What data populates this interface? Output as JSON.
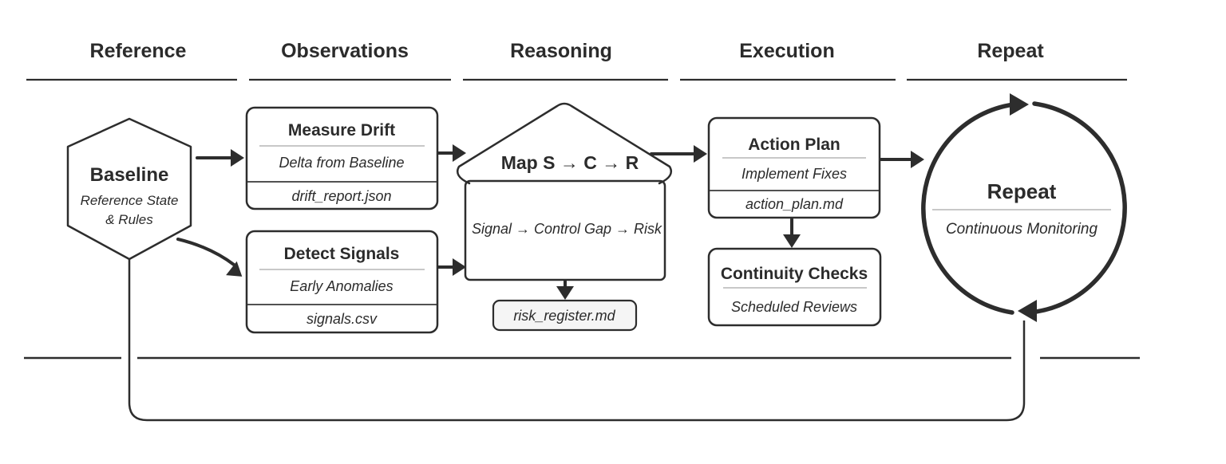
{
  "headers": [
    {
      "label": "Reference"
    },
    {
      "label": "Observations"
    },
    {
      "label": "Reasoning"
    },
    {
      "label": "Execution"
    },
    {
      "label": "Repeat"
    }
  ],
  "nodes": {
    "baseline": {
      "title": "Baseline",
      "subtitle_line1": "Reference State",
      "subtitle_line2": "& Rules"
    },
    "measure_drift": {
      "title": "Measure Drift",
      "subtitle": "Delta from Baseline",
      "artifact": "drift_report.json"
    },
    "detect_signals": {
      "title": "Detect Signals",
      "subtitle": "Early Anomalies",
      "artifact": "signals.csv"
    },
    "reasoning": {
      "roof_title": "Map S → C → R",
      "body_text": "Signal → Control Gap → Risk",
      "artifact": "risk_register.md"
    },
    "action_plan": {
      "title": "Action Plan",
      "subtitle": "Implement Fixes",
      "artifact": "action_plan.md"
    },
    "continuity_checks": {
      "title": "Continuity Checks",
      "subtitle": "Scheduled Reviews"
    },
    "repeat": {
      "title": "Repeat",
      "subtitle": "Continuous Monitoring"
    }
  },
  "colors": {
    "stroke": "#2d2d2d",
    "text": "#2b2b2b",
    "footer_background": "#f1f1f1",
    "light_separator": "#a8a8a8",
    "canvas": "#ffffff"
  }
}
